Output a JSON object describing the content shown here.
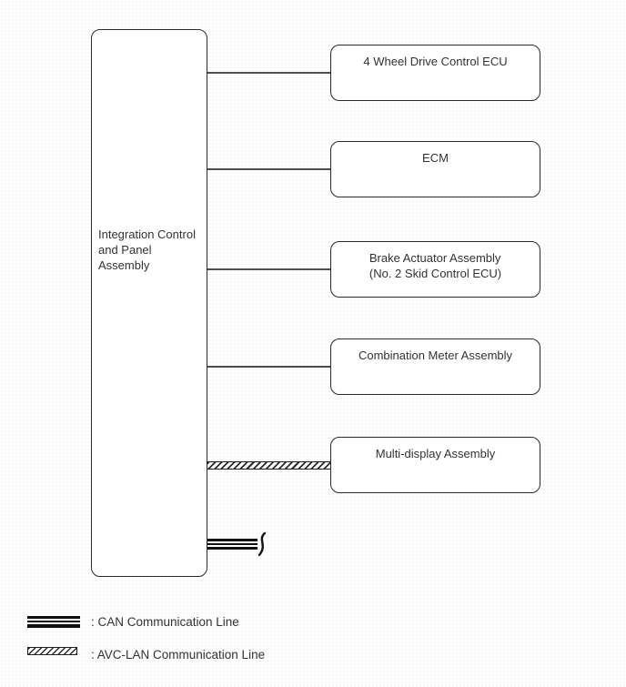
{
  "colors": {
    "background": "#ffffff",
    "box_border": "#2b2b2b",
    "line": "#4d4d4d",
    "text": "#333333"
  },
  "diagram": {
    "hub": {
      "label": "Integration Control\nand Panel\nAssembly"
    },
    "nodes": [
      {
        "label": "4 Wheel Drive Control ECU",
        "connection_type": "CAN"
      },
      {
        "label": "ECM",
        "connection_type": "CAN"
      },
      {
        "label": "Brake Actuator Assembly\n(No. 2 Skid Control ECU)",
        "connection_type": "CAN"
      },
      {
        "label": "Combination Meter Assembly",
        "connection_type": "CAN"
      },
      {
        "label": "Multi-display Assembly",
        "connection_type": "AVC-LAN"
      }
    ],
    "connections": [
      {
        "from": "Integration Control and Panel Assembly",
        "to": "4 Wheel Drive Control ECU",
        "type": "CAN",
        "style": "thin-solid"
      },
      {
        "from": "Integration Control and Panel Assembly",
        "to": "ECM",
        "type": "CAN",
        "style": "thin-solid"
      },
      {
        "from": "Integration Control and Panel Assembly",
        "to": "Brake Actuator Assembly (No. 2 Skid Control ECU)",
        "type": "CAN",
        "style": "thin-solid"
      },
      {
        "from": "Integration Control and Panel Assembly",
        "to": "Combination Meter Assembly",
        "type": "CAN",
        "style": "thin-solid"
      },
      {
        "from": "Integration Control and Panel Assembly",
        "to": "Multi-display Assembly",
        "type": "AVC-LAN",
        "style": "hatched-bar"
      },
      {
        "from": "Integration Control and Panel Assembly",
        "type": "CAN",
        "style": "triple-line",
        "terminator": "break-symbol"
      }
    ]
  },
  "legend": {
    "items": [
      {
        "symbol": "can-line-symbol",
        "label": ": CAN Communication Line"
      },
      {
        "symbol": "avc-lan-line-symbol",
        "label": ": AVC-LAN Communication Line"
      }
    ]
  }
}
